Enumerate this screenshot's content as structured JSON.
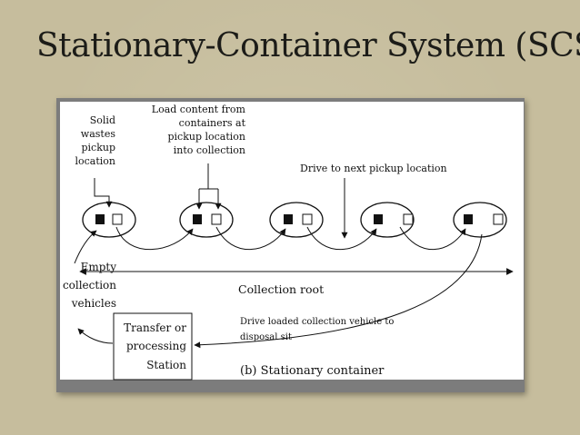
{
  "title": "Stationary-Container System (SCS)",
  "diagram": {
    "label_solid_wastes": [
      "Solid",
      "wastes",
      "pickup",
      "location"
    ],
    "label_load_content": [
      "Load content from",
      "containers at",
      "pickup location",
      "into collection"
    ],
    "label_drive_next": "Drive to next pickup location",
    "label_empty_vehicles": [
      "Empty",
      "collection",
      "vehicles"
    ],
    "label_collection_root": "Collection root",
    "label_drive_loaded": [
      "Drive loaded collection vehicle to",
      "disposal sit"
    ],
    "label_transfer": [
      "Transfer or",
      "processing",
      "Station"
    ],
    "caption": "(b)  Stationary container"
  },
  "colors": {
    "background": "#c6bd9d",
    "frame": "#7c7c7c",
    "ink": "#111111"
  }
}
